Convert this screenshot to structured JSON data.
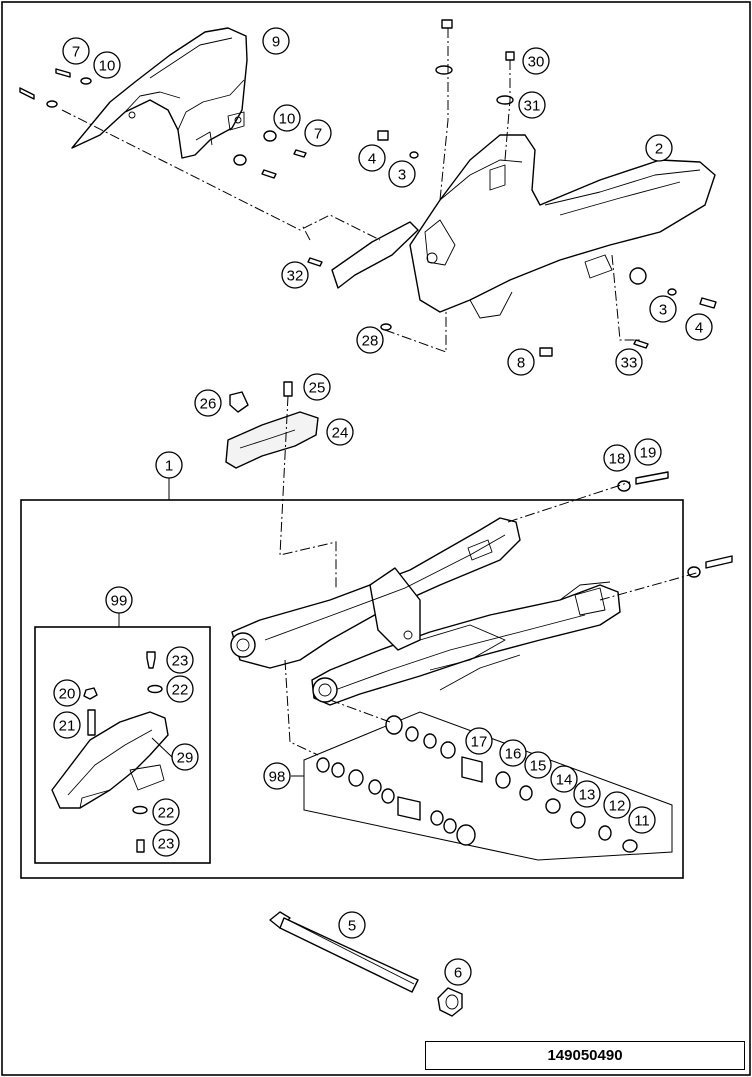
{
  "drawing_number": "149050490",
  "callouts": [
    {
      "label": "7"
    },
    {
      "label": "10"
    },
    {
      "label": "9"
    },
    {
      "label": "10"
    },
    {
      "label": "7"
    },
    {
      "label": "30"
    },
    {
      "label": "31"
    },
    {
      "label": "4"
    },
    {
      "label": "3"
    },
    {
      "label": "2"
    },
    {
      "label": "32"
    },
    {
      "label": "3"
    },
    {
      "label": "4"
    },
    {
      "label": "28"
    },
    {
      "label": "8"
    },
    {
      "label": "33"
    },
    {
      "label": "25"
    },
    {
      "label": "26"
    },
    {
      "label": "24"
    },
    {
      "label": "1"
    },
    {
      "label": "18"
    },
    {
      "label": "19"
    },
    {
      "label": "99"
    },
    {
      "label": "23"
    },
    {
      "label": "22"
    },
    {
      "label": "20"
    },
    {
      "label": "21"
    },
    {
      "label": "29"
    },
    {
      "label": "22"
    },
    {
      "label": "23"
    },
    {
      "label": "17"
    },
    {
      "label": "16"
    },
    {
      "label": "15"
    },
    {
      "label": "14"
    },
    {
      "label": "13"
    },
    {
      "label": "12"
    },
    {
      "label": "11"
    },
    {
      "label": "98"
    },
    {
      "label": "5"
    },
    {
      "label": "6"
    }
  ]
}
